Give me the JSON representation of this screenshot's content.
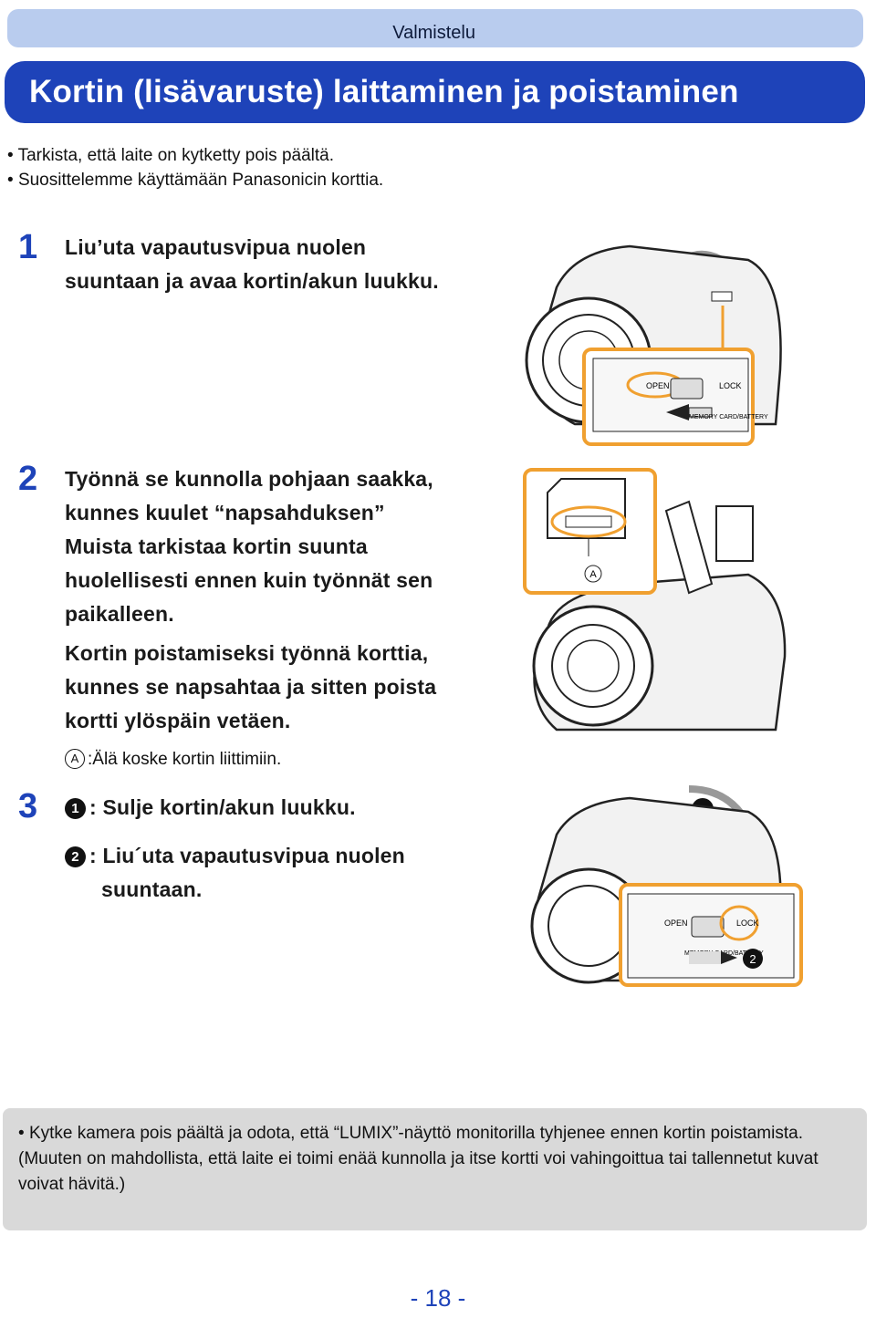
{
  "header": {
    "section": "Valmistelu",
    "title": "Kortin (lisävaruste) laittaminen ja poistaminen"
  },
  "intro": {
    "bullets": [
      "Tarkista, että laite on kytketty pois päältä.",
      "Suosittelemme käyttämään Panasonicin korttia."
    ]
  },
  "steps": {
    "s1": {
      "number": "1",
      "lines": [
        "Liu’uta vapautusvipua nuolen",
        "suuntaan ja avaa kortin/akun luukku."
      ]
    },
    "s2": {
      "number": "2",
      "lines": [
        "Työnnä se kunnolla pohjaan saakka,",
        "kunnes kuulet “napsahduksen”",
        "Muista tarkistaa kortin suunta",
        "huolellisesti ennen kuin työnnät sen",
        "paikalleen."
      ],
      "lines2": [
        "Kortin poistamiseksi työnnä korttia,",
        "kunnes se napsahtaa ja sitten poista",
        "kortti ylöspäin vetäen."
      ],
      "note_marker": "A",
      "note_text": ":Älä koske kortin liittimiin."
    },
    "s3": {
      "number": "3",
      "item1_marker": "1",
      "item1_text": ": Sulje kortin/akun luukku.",
      "item2_marker": "2",
      "item2_lines": [
        ": Liu´uta vapautusvipua nuolen",
        "suuntaan."
      ]
    }
  },
  "illustrations": {
    "top": {
      "open_label": "OPEN",
      "lock_label": "LOCK",
      "door_label": "MEMORY CARD/BATTERY"
    },
    "middle": {
      "marker": "A"
    },
    "bottom": {
      "open_label": "OPEN",
      "lock_label": "LOCK",
      "door_label": "MEMORY CARD/BATTERY",
      "marker1": "1",
      "marker2": "2"
    }
  },
  "bottom_note": {
    "text": "Kytke kamera pois päältä ja odota, että “LUMIX”-näyttö monitorilla tyhjenee ennen kortin poistamista.",
    "text2": "(Muuten on mahdollista, että laite ei toimi enää kunnolla ja itse kortti voi vahingoittua tai tallennetut kuvat voivat hävitä.)"
  },
  "footer": {
    "page_number": "- 18 -"
  },
  "colors": {
    "accent": "#1e43b9",
    "tab": "#b9ccee",
    "highlight": "#f0a030",
    "note_bg": "#d9d9d9"
  }
}
